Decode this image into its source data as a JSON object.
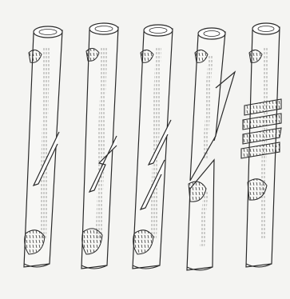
{
  "figure": {
    "description_visible_text": "",
    "panels": [
      {
        "id": 1,
        "stage": "scion-and-stock-cut"
      },
      {
        "id": 2,
        "stage": "tongue-cut"
      },
      {
        "id": 3,
        "stage": "tongues-interlocked-start"
      },
      {
        "id": 4,
        "stage": "fitted-together"
      },
      {
        "id": 5,
        "stage": "bound-with-tape"
      }
    ],
    "colors": {
      "background": "#f4f4f2",
      "ink": "#2a2a2a",
      "bark": "#f7f7f5"
    }
  }
}
